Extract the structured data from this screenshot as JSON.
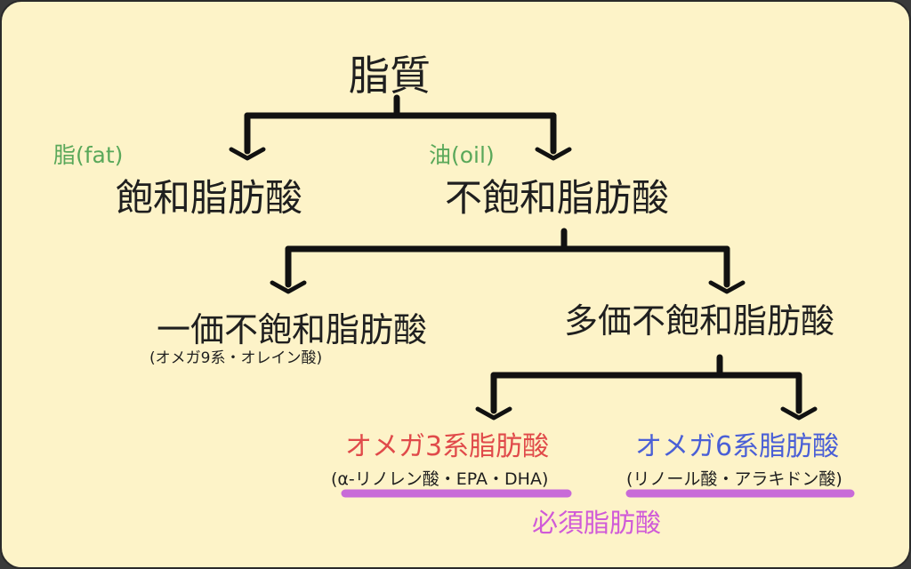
{
  "root": {
    "label": "脂質"
  },
  "saturated": {
    "note": "脂(fat)",
    "label": "飽和脂肪酸"
  },
  "unsaturated": {
    "note": "油(oil)",
    "label": "不飽和脂肪酸"
  },
  "monounsaturated": {
    "label": "一価不飽和脂肪酸",
    "sub": "(オメガ9系・オレイン酸)"
  },
  "polyunsaturated": {
    "label": "多価不飽和脂肪酸"
  },
  "omega3": {
    "label": "オメガ3系脂肪酸",
    "sub": "(α-リノレン酸・EPA・DHA)"
  },
  "omega6": {
    "label": "オメガ6系脂肪酸",
    "sub": "(リノール酸・アラキドン酸)"
  },
  "essential": {
    "label": "必須脂肪酸"
  },
  "colors": {
    "background": "#fdf3c8",
    "text": "#1f1f1f",
    "note_green": "#5aa85a",
    "omega3_red": "#e04a4a",
    "omega6_blue": "#4a5fd6",
    "essential_magenta": "#d05ad8",
    "underline": "#c86ad8"
  }
}
